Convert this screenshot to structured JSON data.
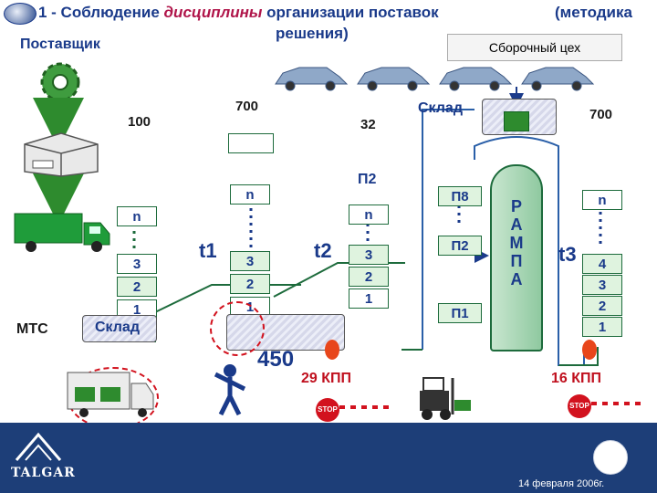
{
  "title": {
    "prefix": "1 - Соблюдение ",
    "highlight": "дисциплины",
    "suffix": " организации поставок",
    "method": "(методика",
    "line2": "решения)"
  },
  "labels": {
    "supplier": "Поставщик",
    "workshop": "Сборочный цех",
    "warehouse_top": "Склад",
    "warehouse_bottom": "Склад",
    "mtc": "МТС",
    "p2": "П2"
  },
  "numbers": {
    "n100": "100",
    "n700a": "700",
    "n32": "32",
    "n700b": "700",
    "n450": "450"
  },
  "columns": {
    "supplier_queue": [
      "n",
      "3",
      "2",
      "1"
    ],
    "queue_t1": [
      "n",
      "3",
      "2",
      "1"
    ],
    "queue_t2": [
      "n",
      "3",
      "2",
      "1"
    ],
    "p_labels": [
      "П8",
      "П2",
      "П1"
    ],
    "queue_t3": [
      "n",
      "4",
      "3",
      "2",
      "1"
    ]
  },
  "ramp_letters": [
    "Р",
    "А",
    "М",
    "П",
    "А"
  ],
  "times": [
    "t1",
    "t2",
    "t3"
  ],
  "kpp": {
    "left": "29 КПП",
    "right": "16 КПП"
  },
  "footer": {
    "brand": "TALGAR",
    "date": "14 февраля 2006г."
  },
  "icons": {
    "gear": "gear-icon",
    "box": "box-icon",
    "truck": "truck-icon",
    "forklift": "forklift-icon",
    "stop": "stop-sign-icon",
    "person": "worker-icon",
    "car": "car-icon"
  },
  "colors": {
    "navy": "#1a3a8a",
    "green": "#1d6b3c",
    "red": "#d2121e",
    "footer": "#1d3e78"
  }
}
